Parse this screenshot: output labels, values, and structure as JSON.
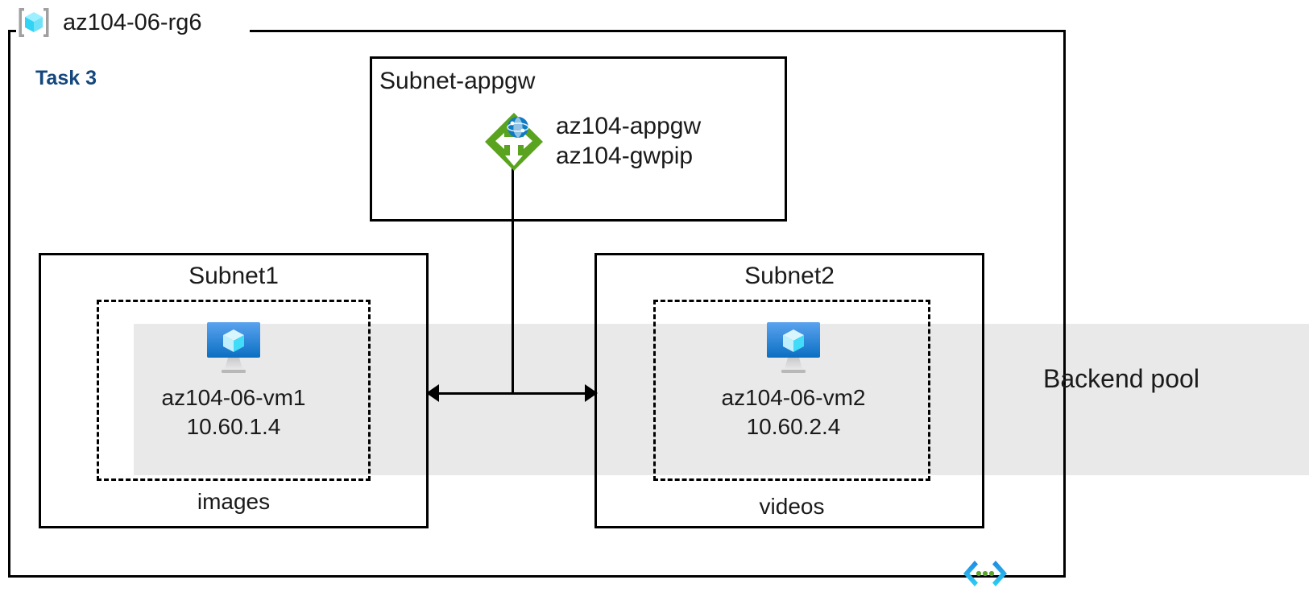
{
  "diagram": {
    "resource_group": {
      "name": "az104-06-rg6",
      "icon": "resource-group-cube-icon"
    },
    "task_label": "Task 3",
    "task_color": "#14477d",
    "backend_pool": {
      "label": "Backend pool",
      "band_color": "#e9e9e9"
    },
    "subnets": [
      {
        "id": "appgw",
        "title": "Subnet-appgw",
        "resources": [
          {
            "icon": "application-gateway-icon",
            "lines": [
              "az104-appgw",
              "az104-gwpip"
            ]
          }
        ]
      },
      {
        "id": "subnet1",
        "title": "Subnet1",
        "caption": "images",
        "vm": {
          "icon": "virtual-machine-icon",
          "name": "az104-06-vm1",
          "ip": "10.60.1.4"
        }
      },
      {
        "id": "subnet2",
        "title": "Subnet2",
        "caption": "videos",
        "vm": {
          "icon": "virtual-machine-icon",
          "name": "az104-06-vm2",
          "ip": "10.60.2.4"
        }
      }
    ],
    "footer_icon": "code-brackets-icon",
    "colors": {
      "appgw_green": "#59a31e",
      "appgw_globe_blue": "#0078d4",
      "vm_monitor_blue": "#0f7ddb",
      "vm_cube_cyan": "#9fe8fb",
      "rg_cube_cyan": "#50e6ff",
      "rg_bracket_gray": "#a0a0a0",
      "code_bracket_blue": "#1e8ae0",
      "code_bracket_cyan": "#2fd0f5",
      "code_dot_green": "#5aa52b",
      "outline": "#000000"
    }
  }
}
